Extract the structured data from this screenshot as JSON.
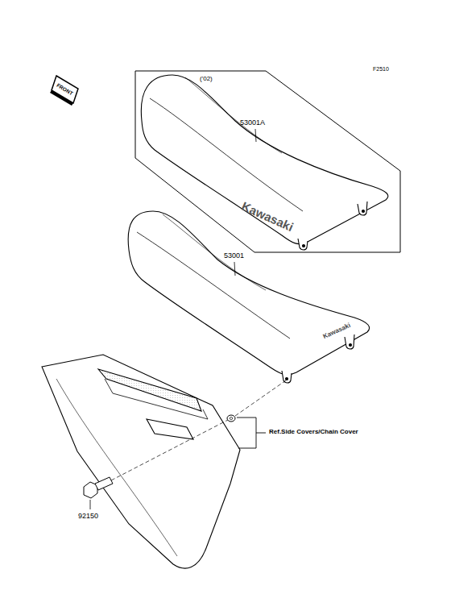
{
  "diagram": {
    "labels": [
      "F2510",
      "FRONT",
      "('02)",
      "53001A",
      "Kawasaki",
      "53001",
      "Kawasaki",
      "Ref.Side Covers/Chain Cover",
      "92150"
    ]
  }
}
